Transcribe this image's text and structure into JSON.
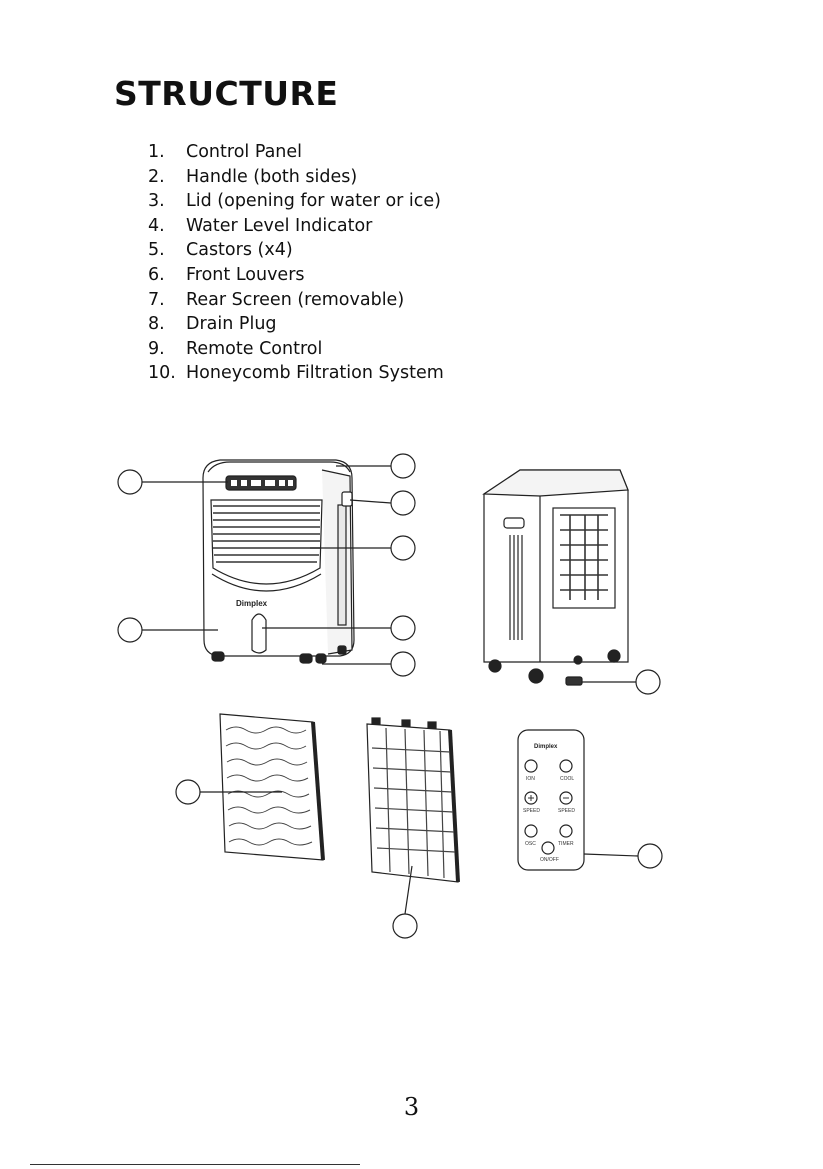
{
  "page": {
    "title": "STRUCTURE",
    "page_number": "3"
  },
  "parts": [
    {
      "num": "1.",
      "label": "Control Panel"
    },
    {
      "num": "2.",
      "label": "Handle (both sides)"
    },
    {
      "num": "3.",
      "label": "Lid (opening for water or ice)"
    },
    {
      "num": "4.",
      "label": "Water Level Indicator"
    },
    {
      "num": "5.",
      "label": "Castors (x4)"
    },
    {
      "num": "6.",
      "label": "Front Louvers"
    },
    {
      "num": "7.",
      "label": "Rear Screen (removable)"
    },
    {
      "num": "8.",
      "label": "Drain Plug"
    },
    {
      "num": "9.",
      "label": "Remote Control"
    },
    {
      "num": "10.",
      "label": "Honeycomb Filtration System"
    }
  ],
  "brand": {
    "logo_text": "Dimplex"
  },
  "remote": {
    "brand": "Dimplex",
    "buttons": {
      "ion": "ION",
      "cool": "COOL",
      "speed_up": "SPEED",
      "speed_down": "SPEED",
      "osc": "OSC",
      "timer": "TIMER",
      "power": "ON/OFF"
    }
  }
}
